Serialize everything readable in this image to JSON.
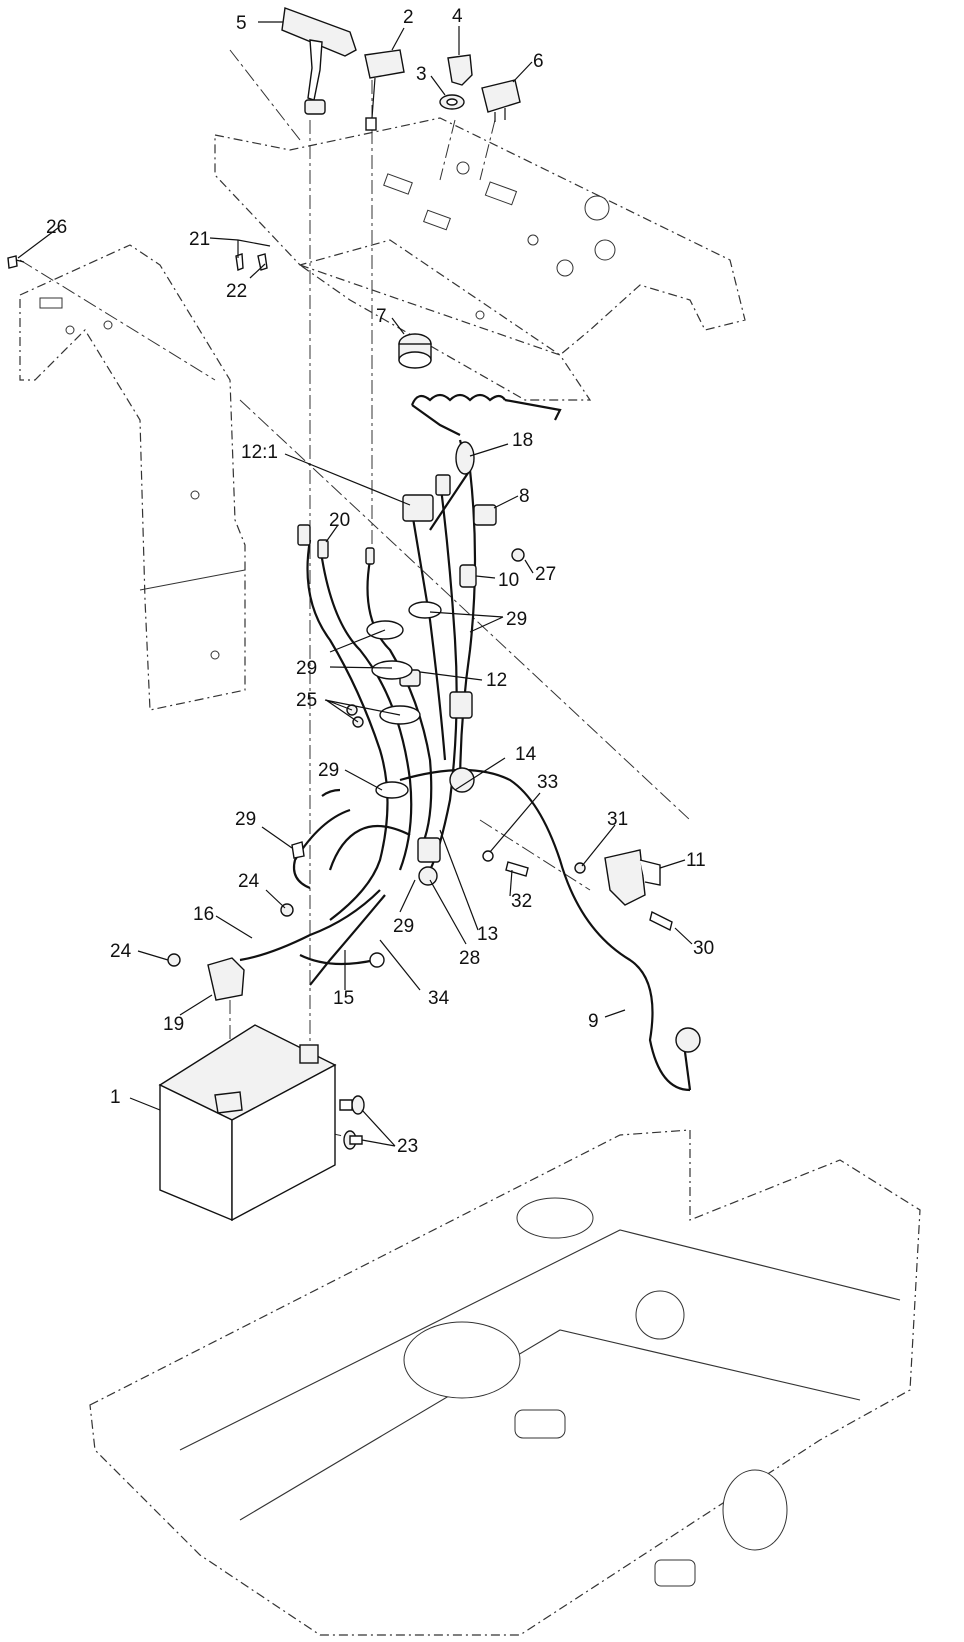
{
  "diagram": {
    "callouts": [
      {
        "id": "c5",
        "text": "5"
      },
      {
        "id": "c2",
        "text": "2"
      },
      {
        "id": "c4",
        "text": "4"
      },
      {
        "id": "c3",
        "text": "3"
      },
      {
        "id": "c6",
        "text": "6"
      },
      {
        "id": "c26",
        "text": "26"
      },
      {
        "id": "c21",
        "text": "21"
      },
      {
        "id": "c22",
        "text": "22"
      },
      {
        "id": "c7",
        "text": "7"
      },
      {
        "id": "c18",
        "text": "18"
      },
      {
        "id": "c12-1",
        "text": "12:1"
      },
      {
        "id": "c8",
        "text": "8"
      },
      {
        "id": "c20",
        "text": "20"
      },
      {
        "id": "c27",
        "text": "27"
      },
      {
        "id": "c10",
        "text": "10"
      },
      {
        "id": "c29a",
        "text": "29"
      },
      {
        "id": "c29b",
        "text": "29"
      },
      {
        "id": "c12",
        "text": "12"
      },
      {
        "id": "c25",
        "text": "25"
      },
      {
        "id": "c14",
        "text": "14"
      },
      {
        "id": "c29c",
        "text": "29"
      },
      {
        "id": "c33",
        "text": "33"
      },
      {
        "id": "c31",
        "text": "31"
      },
      {
        "id": "c29d",
        "text": "29"
      },
      {
        "id": "c11",
        "text": "11"
      },
      {
        "id": "c32",
        "text": "32"
      },
      {
        "id": "c24a",
        "text": "24"
      },
      {
        "id": "c16",
        "text": "16"
      },
      {
        "id": "c29e",
        "text": "29"
      },
      {
        "id": "c13",
        "text": "13"
      },
      {
        "id": "c30",
        "text": "30"
      },
      {
        "id": "c28",
        "text": "28"
      },
      {
        "id": "c24b",
        "text": "24"
      },
      {
        "id": "c34",
        "text": "34"
      },
      {
        "id": "c15",
        "text": "15"
      },
      {
        "id": "c19",
        "text": "19"
      },
      {
        "id": "c9",
        "text": "9"
      },
      {
        "id": "c1",
        "text": "1"
      },
      {
        "id": "c23",
        "text": "23"
      }
    ]
  }
}
